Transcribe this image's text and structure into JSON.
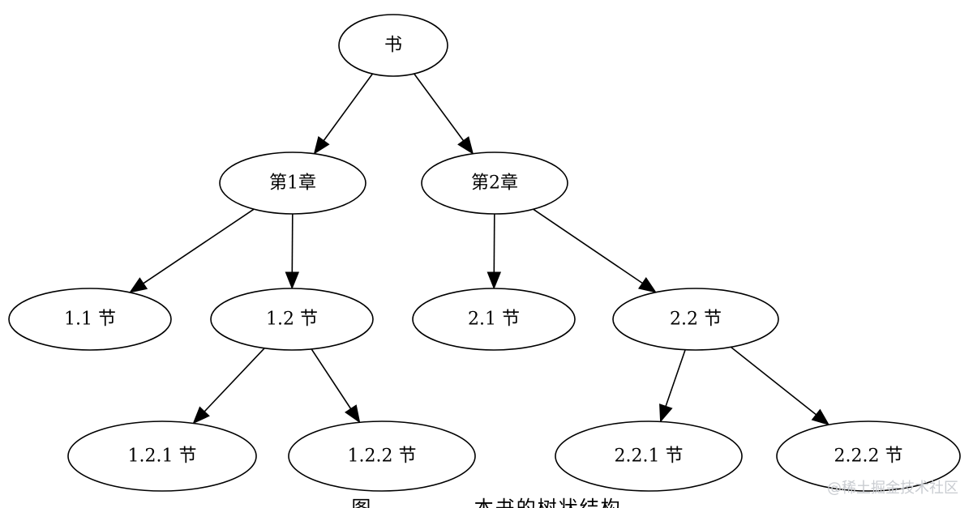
{
  "diagram": {
    "nodes": [
      {
        "id": "book",
        "label": "书"
      },
      {
        "id": "ch1",
        "label": "第1章"
      },
      {
        "id": "ch2",
        "label": "第2章"
      },
      {
        "id": "s11",
        "label": "1.1 节"
      },
      {
        "id": "s12",
        "label": "1.2 节"
      },
      {
        "id": "s21",
        "label": "2.1 节"
      },
      {
        "id": "s22",
        "label": "2.2 节"
      },
      {
        "id": "s121",
        "label": "1.2.1 节"
      },
      {
        "id": "s122",
        "label": "1.2.2 节"
      },
      {
        "id": "s221",
        "label": "2.2.1 节"
      },
      {
        "id": "s222",
        "label": "2.2.2 节"
      }
    ],
    "edges": [
      {
        "from": "book",
        "to": "ch1"
      },
      {
        "from": "book",
        "to": "ch2"
      },
      {
        "from": "ch1",
        "to": "s11"
      },
      {
        "from": "ch1",
        "to": "s12"
      },
      {
        "from": "ch2",
        "to": "s21"
      },
      {
        "from": "ch2",
        "to": "s22"
      },
      {
        "from": "s12",
        "to": "s121"
      },
      {
        "from": "s12",
        "to": "s122"
      },
      {
        "from": "s22",
        "to": "s221"
      },
      {
        "from": "s22",
        "to": "s222"
      }
    ]
  },
  "caption": "图             本书的树状结构",
  "watermark": "@稀土掘金技术社区"
}
